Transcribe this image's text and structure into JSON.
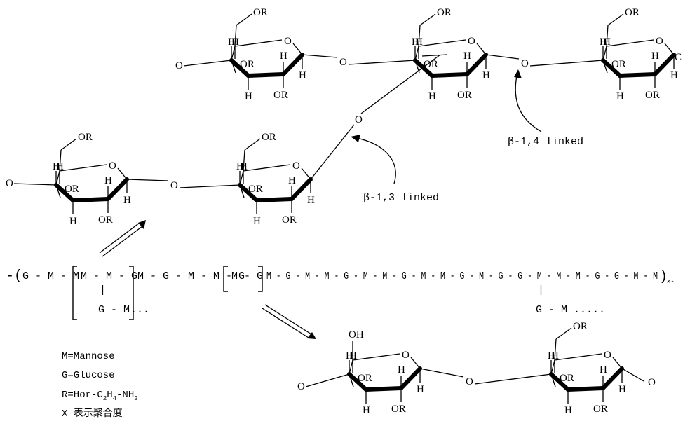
{
  "diagram": {
    "ring_labels": {
      "OR": "OR",
      "H": "H",
      "O": "O",
      "OH": "OH"
    },
    "partial_atom": "C",
    "annotations": {
      "beta13": "β-1,3 linked",
      "beta14": "β-1,4 linked"
    },
    "chain": {
      "open": "-(",
      "seq1": "G - M - M",
      "branch1_main": "M - M - G",
      "branch1_side": "G - M",
      "branch1_dots": "...",
      "seq2": "M - G - M - M - G",
      "branch2_main": "M - G",
      "seq3": "M - G - M - M - G - M - M - G - M - M - G - M - G - G - M - M - M - G - G - M - M",
      "close": ")",
      "subscript": "x-",
      "branch3_side": "G - M .....",
      "vertical_bar": "|"
    },
    "legend": [
      {
        "pre": "M=Mannose"
      },
      {
        "pre": "G=Glucose"
      },
      {
        "pre": "R=Hor-C",
        "s1": "2",
        "mid": "H",
        "s2": "4",
        "mid2": "-NH",
        "s3": "2"
      },
      {
        "pre": "X 表示聚合度"
      }
    ]
  }
}
